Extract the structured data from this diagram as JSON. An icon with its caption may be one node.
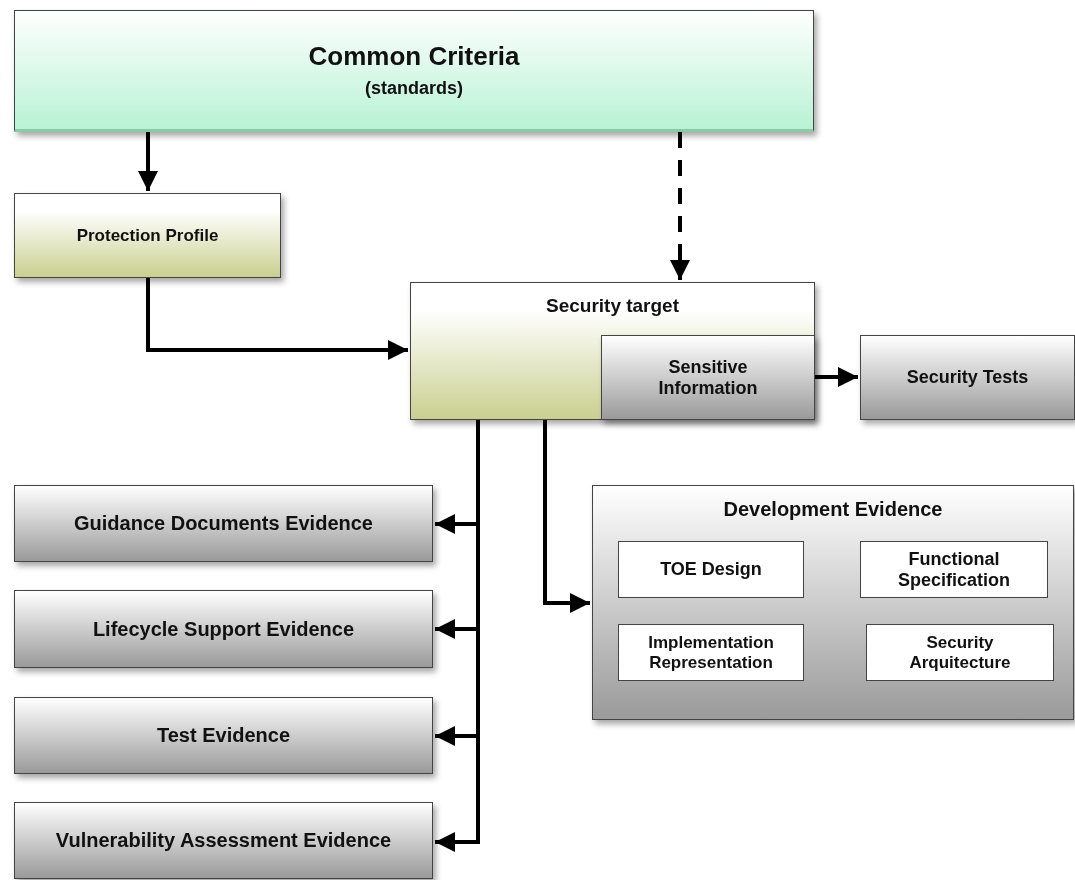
{
  "diagram": {
    "nodes": [
      {
        "text": [
          "Common Criteria",
          "(standards)"
        ]
      },
      {
        "text": [
          "Protection Profile"
        ]
      },
      {
        "text": [
          "Security target"
        ]
      },
      {
        "text": [
          "Sensitive Information"
        ],
        "in": 2
      },
      {
        "text": [
          "Security Tests"
        ]
      },
      {
        "text": [
          "Guidance Documents Evidence"
        ]
      },
      {
        "text": [
          "Lifecycle Support Evidence"
        ]
      },
      {
        "text": [
          "Test Evidence"
        ]
      },
      {
        "text": [
          "Vulnerability Assessment Evidence"
        ]
      },
      {
        "text": [
          "Development Evidence"
        ]
      },
      {
        "text": [
          "TOE Design"
        ],
        "in": 9
      },
      {
        "text": [
          "Functional Specification"
        ],
        "in": 9
      },
      {
        "text": [
          "Implementation Representation"
        ],
        "in": 9
      },
      {
        "text": [
          "Security Arquitecture"
        ],
        "in": 9
      }
    ],
    "edges": [
      {
        "from": 0,
        "to": 1,
        "arrow": "to"
      },
      {
        "from": 0,
        "to": 2,
        "arrow": "to",
        "style": "dashed"
      },
      {
        "from": 1,
        "to": 2,
        "arrow": "to"
      },
      {
        "from": 3,
        "to": 4,
        "arrow": "to"
      },
      {
        "from": 2,
        "to": 5,
        "arrow": "to"
      },
      {
        "from": 2,
        "to": 6,
        "arrow": "to"
      },
      {
        "from": 2,
        "to": 7,
        "arrow": "to"
      },
      {
        "from": 2,
        "to": 8,
        "arrow": "to"
      },
      {
        "from": 2,
        "to": 9,
        "arrow": "to"
      }
    ]
  }
}
